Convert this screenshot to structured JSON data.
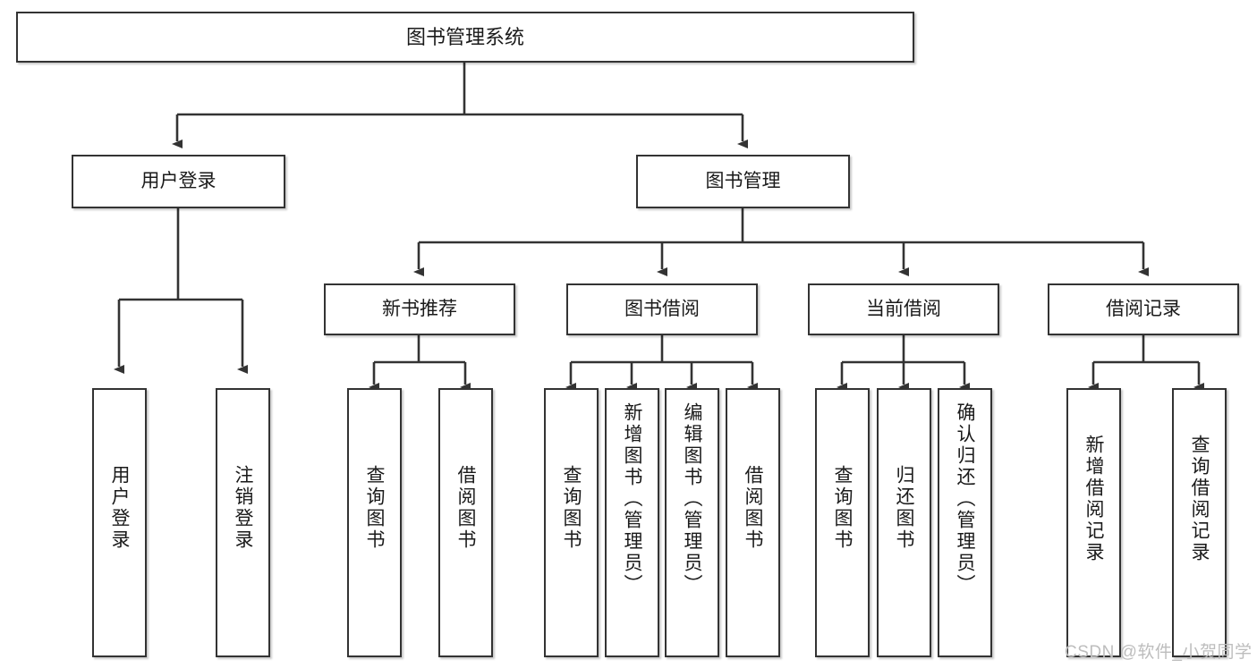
{
  "diagram": {
    "type": "tree-hierarchy",
    "title": "图书管理系统",
    "orientation": "top-down",
    "colors": {
      "box_border": "#333333",
      "box_fill": "#ffffff",
      "edge": "#333333",
      "text": "#1a1a1a",
      "watermark": "#bdbdbd",
      "background": "#ffffff"
    }
  },
  "nodes": {
    "root": {
      "label": "图书管理系统",
      "level": 1
    },
    "level2": [
      {
        "id": "user-login",
        "label": "用户登录"
      },
      {
        "id": "book-management",
        "label": "图书管理"
      }
    ],
    "level3": [
      {
        "id": "new-book-recommend",
        "label": "新书推荐",
        "parent": "book-management"
      },
      {
        "id": "book-borrow",
        "label": "图书借阅",
        "parent": "book-management"
      },
      {
        "id": "current-borrow",
        "label": "当前借阅",
        "parent": "book-management"
      },
      {
        "id": "borrow-record",
        "label": "借阅记录",
        "parent": "book-management"
      }
    ],
    "leaves": {
      "user-login": [
        {
          "id": "leaf-user-login",
          "label": "用户登录"
        },
        {
          "id": "leaf-logout",
          "label": "注销登录"
        }
      ],
      "new-book-recommend": [
        {
          "id": "leaf-query-book-1",
          "label": "查询图书"
        },
        {
          "id": "leaf-borrow-book-1",
          "label": "借阅图书"
        }
      ],
      "book-borrow": [
        {
          "id": "leaf-query-book-2",
          "label": "查询图书"
        },
        {
          "id": "leaf-add-book",
          "label": "新增图书（管理员）"
        },
        {
          "id": "leaf-edit-book",
          "label": "编辑图书（管理员）"
        },
        {
          "id": "leaf-borrow-book-2",
          "label": "借阅图书"
        }
      ],
      "current-borrow": [
        {
          "id": "leaf-query-book-3",
          "label": "查询图书"
        },
        {
          "id": "leaf-return-book",
          "label": "归还图书"
        },
        {
          "id": "leaf-confirm-return",
          "label": "确认归还（管理员）"
        }
      ],
      "borrow-record": [
        {
          "id": "leaf-add-record",
          "label": "新增借阅记录"
        },
        {
          "id": "leaf-query-record",
          "label": "查询借阅记录"
        }
      ]
    }
  },
  "watermark": {
    "text": "CSDN @软件_小贺同学"
  }
}
